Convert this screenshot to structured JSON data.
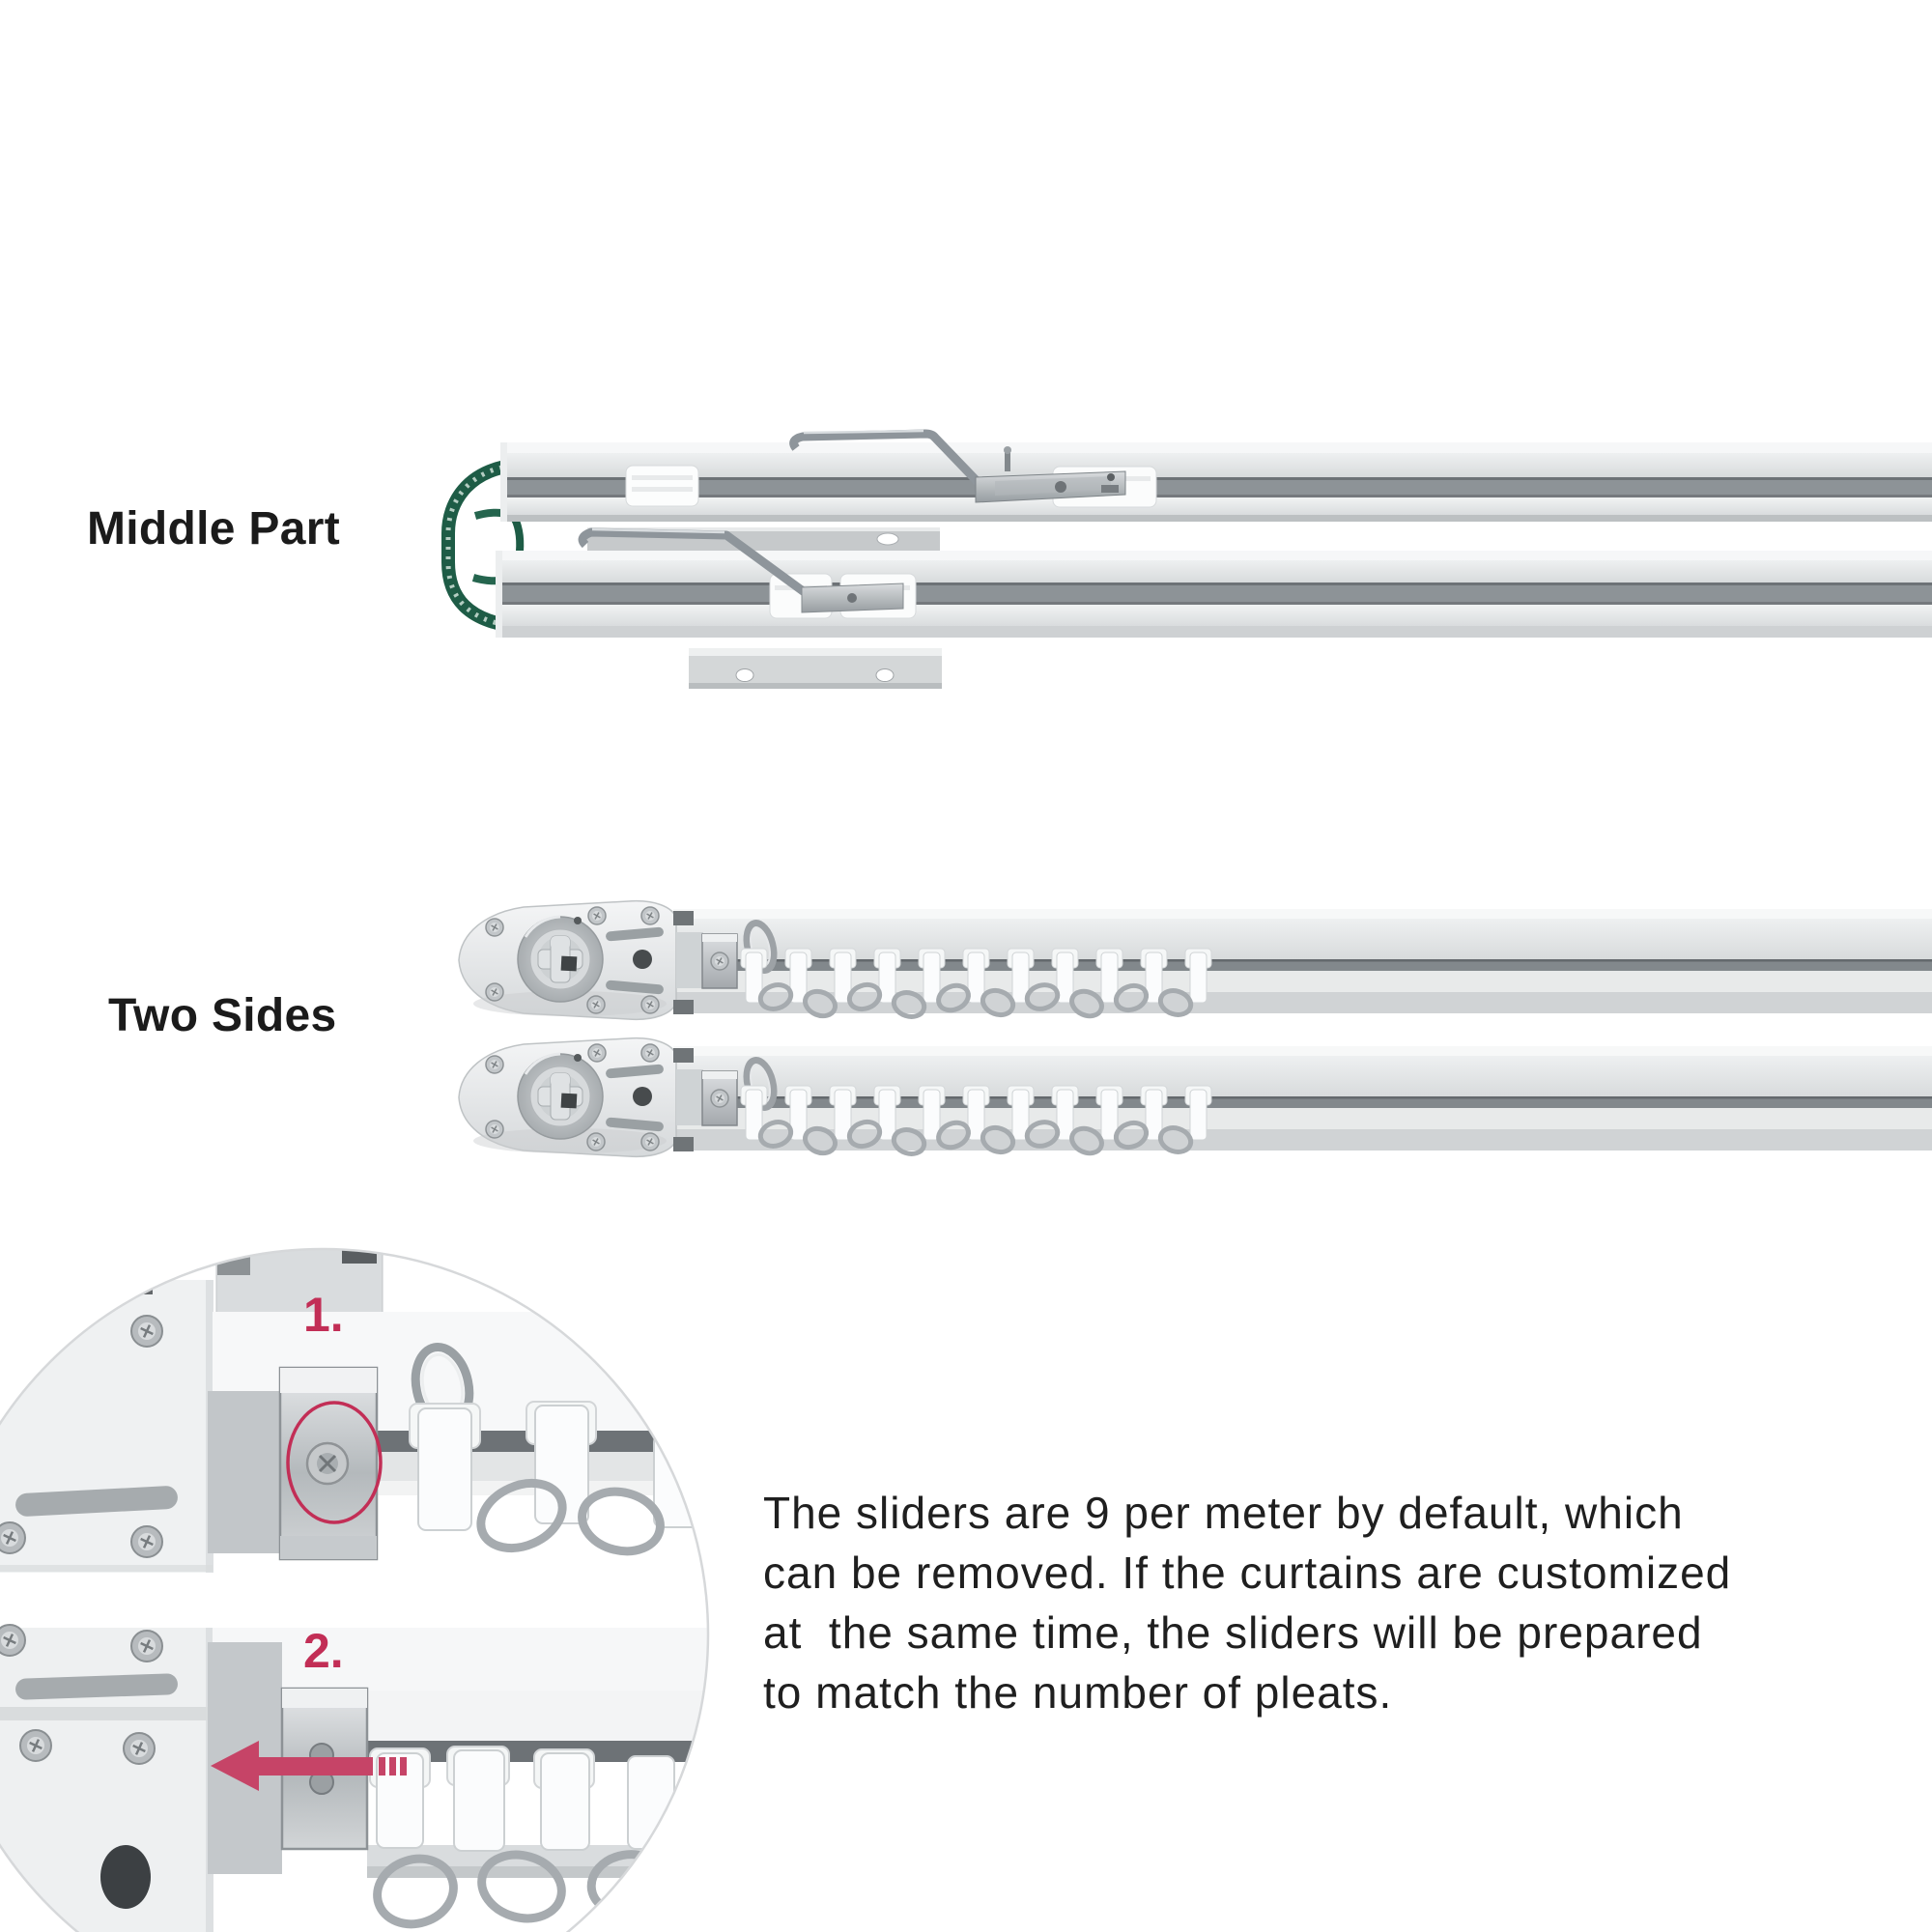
{
  "page": {
    "background": "#ffffff"
  },
  "colors": {
    "accent": "#c22e56",
    "arrow": "#c64467",
    "belt_green": "#1e5c46",
    "rail_channel_gray": "#8d9397",
    "text_dark": "#1f1f1f"
  },
  "sections": {
    "middle_part": {
      "label": "Middle Part"
    },
    "two_sides": {
      "label": "Two Sides"
    }
  },
  "detail_inset": {
    "step1_label": "1.",
    "step2_label": "2."
  },
  "description": {
    "line1": "The sliders are 9 per meter by default, which",
    "line2": "can be removed. If the curtains are customized",
    "line3": "at  the same time, the sliders will be prepared",
    "line4": "to match the number of pleats."
  }
}
